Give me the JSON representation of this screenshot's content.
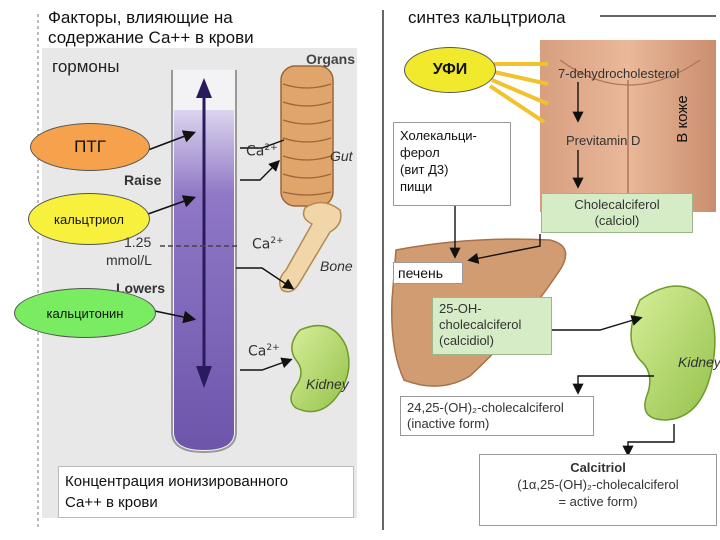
{
  "left": {
    "title_line1": "Факторы, влияющие на",
    "title_line2": "содержание Са++ в крови",
    "hormones": "гормоны",
    "organs": "Organs",
    "ptg": "ПТГ",
    "raise": "Raise",
    "calcitriol": "кальцтриол",
    "level_value": "1.25",
    "level_unit": "mmol/L",
    "lowers": "Lowers",
    "calcitonin": "кальцитонин",
    "ca": "Ca",
    "ca_charge": "2+",
    "gut": "Gut",
    "bone": "Bone",
    "kidney": "Kidney",
    "concentration_line1": "Концентрация ионизированного",
    "concentration_line2": "Са++ в крови"
  },
  "right": {
    "title": "синтез кальцтриола",
    "ufi": "УФИ",
    "dehydro": "7-dehydrocholesterol",
    "previtamin": "Previtamin D",
    "in_skin": "В коже",
    "cholecalciferol_note": [
      "Холекальци-",
      "ферол",
      "(вит Д3)",
      "пищи"
    ],
    "cholecalciferol_box": [
      "Cholecalciferol",
      "(calciol)"
    ],
    "liver": "печень",
    "hydroxy_box": [
      "25-OH-",
      "cholecalciferol",
      "(calcidiol)"
    ],
    "kidney": "Kidney",
    "inactive_box": [
      "24,25-(OH)₂-cholecalciferol",
      "(inactive form)"
    ],
    "calcitriol_title": "Calcitriol",
    "calcitriol_lines": [
      "(1α,25-(OH)₂-cholecalciferol",
      "= active form)"
    ]
  },
  "colors": {
    "ptg": "#f6a24c",
    "calcitriol_oval": "#f7f03c",
    "calcitonin_oval": "#79ec61",
    "ufi_oval": "#f1e92c",
    "tube": "#7b63b6",
    "arrow": "#2a1a5e",
    "liver": "#c9956b",
    "kidney": "#b8d96a"
  }
}
